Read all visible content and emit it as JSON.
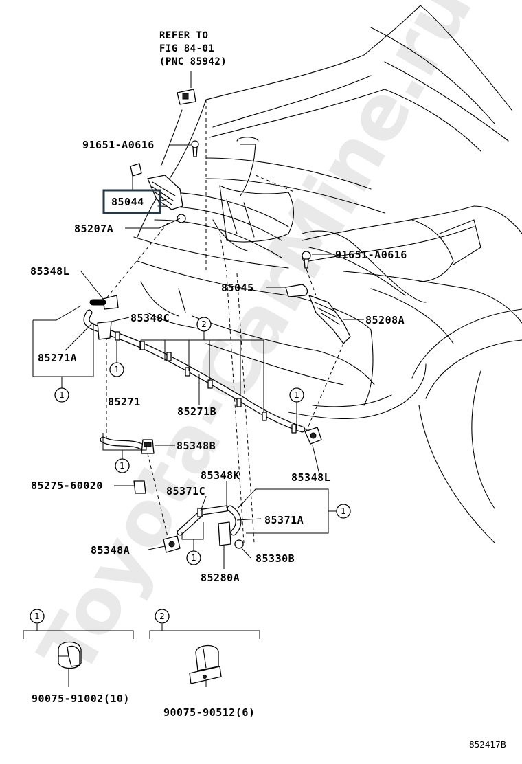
{
  "refer": {
    "line1": "REFER TO",
    "line2": "FIG 84-01",
    "line3": "(PNC 85942)"
  },
  "labels": {
    "bolt_top": "91651-A0616",
    "part_85044": "85044",
    "part_85207A": "85207A",
    "bolt_right": "91651-A0616",
    "part_85348L_left": "85348L",
    "part_85045": "85045",
    "part_85348C": "85348C",
    "part_85208A": "85208A",
    "part_85271A": "85271A",
    "part_85271B": "85271B",
    "part_85271": "85271",
    "part_85348B": "85348B",
    "part_85348L_right": "85348L",
    "part_85275": "85275-60020",
    "part_85348K": "85348K",
    "part_85371C": "85371C",
    "part_85371A": "85371A",
    "part_85348A": "85348A",
    "part_85330B": "85330B",
    "part_85280A": "85280A",
    "clip1_part": "90075-91002(10)",
    "clip2_part": "90075-90512(6)",
    "figure_code": "852417B"
  },
  "callouts": {
    "one": "1",
    "two": "2"
  },
  "highlight_color": "#263746",
  "watermark": "Toyota-CarMine.ru"
}
